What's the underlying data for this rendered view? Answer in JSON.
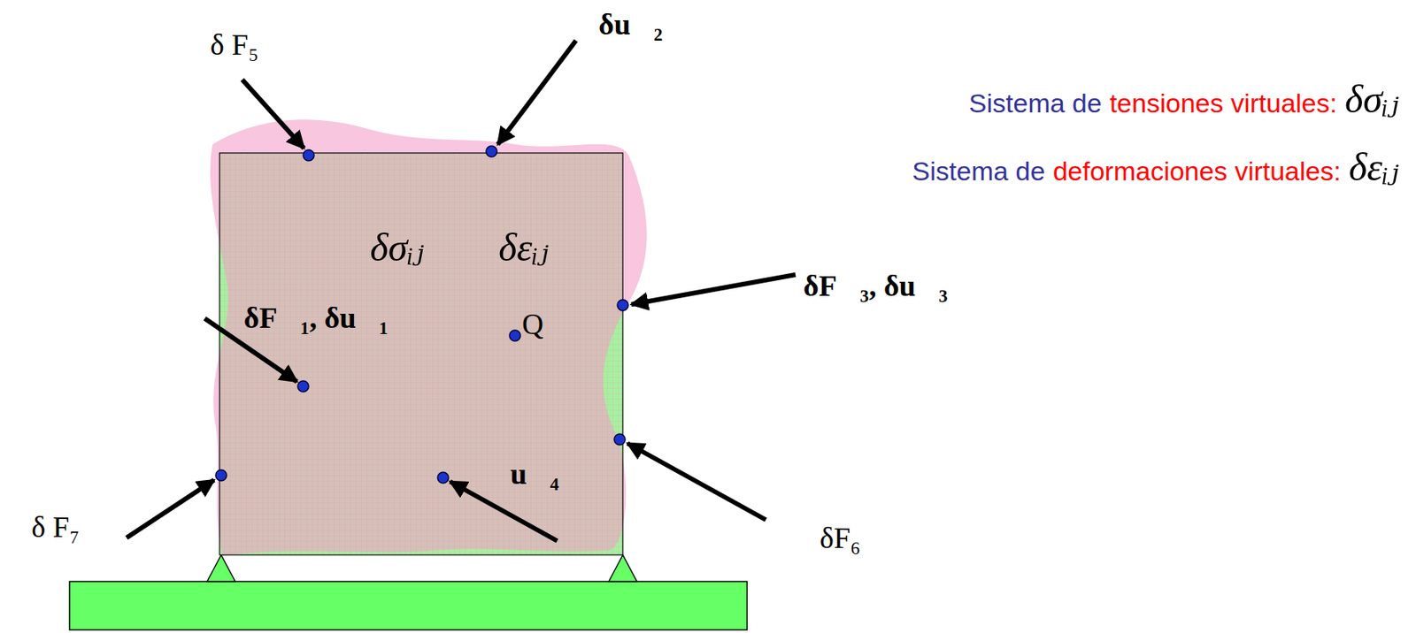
{
  "diagram": {
    "labels": [
      "δ F₅",
      "δu⃗₂",
      "Sistema de",
      "tensiones virtuales:",
      "δσᵢⱼ",
      "Sistema de",
      "deformaciones virtuales:",
      "δεᵢⱼ",
      "δσᵢⱼ",
      "δεᵢⱼ",
      "δF⃗₃, δu⃗₃",
      "δF⃗₁, δu⃗₁",
      "Q",
      "u⃗₄",
      "δF₆",
      "δ F₇"
    ]
  }
}
